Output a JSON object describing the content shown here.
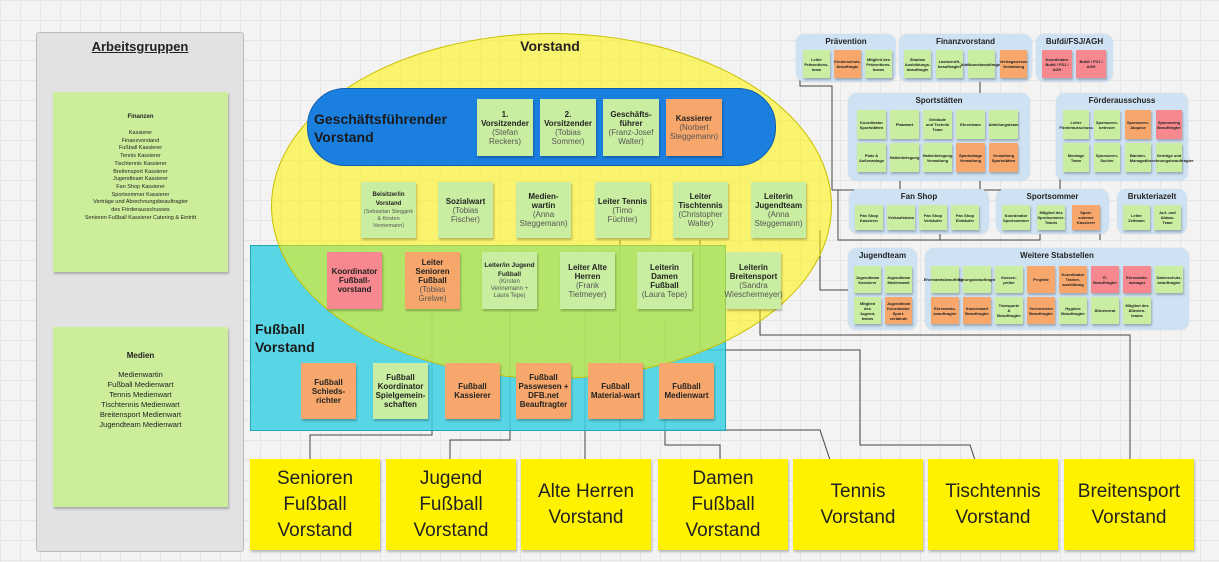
{
  "left": {
    "title": "Arbeitsgruppen",
    "finanzen": {
      "title": "Finanzen",
      "items": [
        "Kassierer",
        "Finanzvorstand",
        "Fußball Kassierer",
        "Tennis Kassierer",
        "Tischtennis Kassierer",
        "Breitensport Kassierer",
        "Jugendteam Kassierer",
        "Fan Shop Kassierer",
        "Sportsommer Kassierer",
        "Verträge und Abrechnungsbeauftragter",
        "des Förderausschusses",
        "Senioren Fußball Kassierer Catering & Eintritt"
      ]
    },
    "medien": {
      "title": "Medien",
      "items": [
        "Medienwartin",
        "Fußball Medienwart",
        "Tennis Medienwart",
        "Tischtennis Medienwart",
        "Breitensport Medienwart",
        "Jugendteam Medienwart"
      ]
    }
  },
  "vorstand": {
    "title": "Vorstand",
    "gf_title": "Geschäftsführender Vorstand",
    "fb_title": "Fußball Vorstand",
    "gf": [
      {
        "t": "1. Vorsitzender",
        "s": "(Stefan Reckers)",
        "c": "g"
      },
      {
        "t": "2. Vorsitzender",
        "s": "(Tobias Sommer)",
        "c": "g"
      },
      {
        "t": "Geschäfts-führer",
        "s": "(Franz-Josef Walter)",
        "c": "g"
      },
      {
        "t": "Kassierer",
        "s": "(Norbert Steggemann)",
        "c": "o"
      }
    ],
    "row2": [
      {
        "t": "Beisitzer/in Vorstand",
        "s": "(Sebastian Steggink & Kirsten Vennemann)"
      },
      {
        "t": "Sozialwart",
        "s": "(Tobias Fischer)"
      },
      {
        "t": "Medien-wartin",
        "s": "(Anna Steggemann)"
      },
      {
        "t": "Leiter Tennis",
        "s": "(Timo Füchter)"
      },
      {
        "t": "Leiter Tischtennis",
        "s": "(Christopher Walter)"
      },
      {
        "t": "Leiterin Jugendteam",
        "s": "(Anna Steggemann)"
      }
    ],
    "row3": [
      {
        "t": "Koordinator Fußball-vorstand",
        "s": "",
        "c": "r"
      },
      {
        "t": "Leiter Senioren Fußball",
        "s": "(Tobias Grelwe)",
        "c": "o"
      },
      {
        "t": "Leiter/in Jugend Fußball",
        "s": "(Kirsten Vennemann + Laura Tepe)",
        "c": "g"
      },
      {
        "t": "Leiter Alte Herren",
        "s": "(Frank Tietmeyer)",
        "c": "g"
      },
      {
        "t": "Leiterin Damen Fußball",
        "s": "(Laura Tepe)",
        "c": "g"
      },
      {
        "t": "Leiterin Breitensport",
        "s": "(Sandra Wieschermeyer)",
        "c": "g"
      }
    ],
    "fb_row": [
      {
        "t": "Fußball Schieds-richter",
        "c": "o"
      },
      {
        "t": "Fußball Koordinator Spielgemein-schaften",
        "c": "g"
      },
      {
        "t": "Fußball Kassierer",
        "c": "o"
      },
      {
        "t": "Fußball Passwesen + DFB.net Beauftragter",
        "c": "o"
      },
      {
        "t": "Fußball Material-wart",
        "c": "o"
      },
      {
        "t": "Fußball Medienwart",
        "c": "o"
      }
    ]
  },
  "bottom": [
    "Senioren Fußball Vorstand",
    "Jugend Fußball Vorstand",
    "Alte Herren Vorstand",
    "Damen Fußball Vorstand",
    "Tennis Vorstand",
    "Tischtennis Vorstand",
    "Breitensport Vorstand"
  ],
  "panels": {
    "praevention": {
      "title": "Prävention",
      "notes": [
        {
          "t": "Leiter Präventions-team",
          "c": "g"
        },
        {
          "t": "Kinderschutz-beauftragte",
          "c": "o"
        },
        {
          "t": "Mitglied des Präventions-teams",
          "c": "g"
        }
      ]
    },
    "finanz": {
      "title": "Finanzvorstand",
      "notes": [
        {
          "t": "Shadow Ausbildungs-beauftragte",
          "c": "g"
        },
        {
          "t": "Lastschrift-beauftragter",
          "c": "g"
        },
        {
          "t": "Jubiläumsbeauftragter",
          "c": "g"
        },
        {
          "t": "Vertragswesen Verwaltung",
          "c": "o"
        }
      ]
    },
    "bufdi": {
      "title": "Bufdi/FSJ/AGH",
      "notes": [
        {
          "t": "Koordinator Bufdi / FSJ / AGH",
          "c": "r"
        },
        {
          "t": "Bufdi / FSJ / AGH",
          "c": "r"
        }
      ]
    },
    "sportstaetten": {
      "title": "Sportstätten",
      "notes": [
        {
          "t": "Koordinator Sportstätten",
          "c": "g"
        },
        {
          "t": "Platzwart",
          "c": "g"
        },
        {
          "t": "Gebäude und Technik Team",
          "c": "g"
        },
        {
          "t": "Ehrenteam",
          "c": "g"
        },
        {
          "t": "Abteilungsteam",
          "c": "g"
        },
        {
          "t": "Platz & Außenanlage",
          "c": "g"
        },
        {
          "t": "Hallenbelegung",
          "c": "g"
        },
        {
          "t": "Hallenbelegung Verwaltung",
          "c": "g"
        },
        {
          "t": "Sportanlage Verwaltung",
          "c": "o"
        },
        {
          "t": "Verwaltung Sportstätten",
          "c": "o"
        }
      ]
    },
    "foerder": {
      "title": "Förderausschuss",
      "notes": [
        {
          "t": "Leiter Förderausschuss",
          "c": "g"
        },
        {
          "t": "Sponsoren-betreuer",
          "c": "g"
        },
        {
          "t": "Sponsoren-Akquise",
          "c": "o"
        },
        {
          "t": "Sponsoring Beauftragter",
          "c": "r"
        },
        {
          "t": "Montage Team",
          "c": "g"
        },
        {
          "t": "Sponsoren-Sucher",
          "c": "g"
        },
        {
          "t": "Banden-Manager",
          "c": "g"
        },
        {
          "t": "Verträge und Abrechnungsbeauftragter",
          "c": "g"
        }
      ]
    },
    "fanshop": {
      "title": "Fan Shop",
      "notes": [
        {
          "t": "Fan Shop Kassierer",
          "c": "g"
        },
        {
          "t": "Verkaufsteam",
          "c": "g"
        },
        {
          "t": "Fan Shop Verkäufer",
          "c": "g"
        },
        {
          "t": "Fan Shop Einkäufer",
          "c": "g"
        }
      ]
    },
    "sportsommer": {
      "title": "Sportsommer",
      "notes": [
        {
          "t": "Koordinator Sportsommer",
          "c": "g"
        },
        {
          "t": "Mitglied des Sportsommer-Teams",
          "c": "g"
        },
        {
          "t": "Sport-sommer Kassierer",
          "c": "o"
        }
      ]
    },
    "brukter": {
      "title": "Brukteriazelt",
      "notes": [
        {
          "t": "Leiter Zeltteam",
          "c": "g"
        },
        {
          "t": "Auf- und Abbau-Team",
          "c": "g"
        }
      ]
    },
    "jugend": {
      "title": "Jugendteam",
      "notes": [
        {
          "t": "Jugendteam Kassierer",
          "c": "g"
        },
        {
          "t": "Jugendteam Medienwart",
          "c": "g"
        },
        {
          "t": "Mitglied des Jugend-teams",
          "c": "g"
        },
        {
          "t": "Jugendteam Koordinator Sport-verbände",
          "c": "o"
        }
      ]
    },
    "weitere": {
      "title": "Weitere Stabstellen",
      "notes": [
        {
          "t": "Ehrenamtsbeauftragte",
          "c": "g"
        },
        {
          "t": "Ehrungsbeauftragte",
          "c": "g"
        },
        {
          "t": "Kassen-prüfer",
          "c": "g"
        },
        {
          "t": "Projekte",
          "c": "o"
        },
        {
          "t": "Koordinator Trainer-ausbildung",
          "c": "o"
        },
        {
          "t": "IT-Beauftragter",
          "c": "r"
        },
        {
          "t": "Ehrenamts-manager",
          "c": "r"
        },
        {
          "t": "Datenschutz-beauftragter",
          "c": "g"
        },
        {
          "t": "Ehrenamts-beauftragter",
          "c": "o"
        },
        {
          "t": "Kassenwart Beauftragter",
          "c": "o"
        },
        {
          "t": "Transporte & Beauftragter",
          "c": "g"
        },
        {
          "t": "Vereinsheim Beauftragter",
          "c": "o"
        },
        {
          "t": "Hygiene Beauftragter",
          "c": "g"
        },
        {
          "t": "Ältestenrat",
          "c": "g"
        },
        {
          "t": "Mitglied des Ältesten-teams",
          "c": "g"
        }
      ]
    }
  },
  "colors": {
    "green": "#c9eea1",
    "orange": "#f7a76b",
    "red": "#f7888f",
    "yellow": "#fff200",
    "blue": "#1b7fe0",
    "teal": "#3dd0e3",
    "panel": "#cfe2f3"
  }
}
